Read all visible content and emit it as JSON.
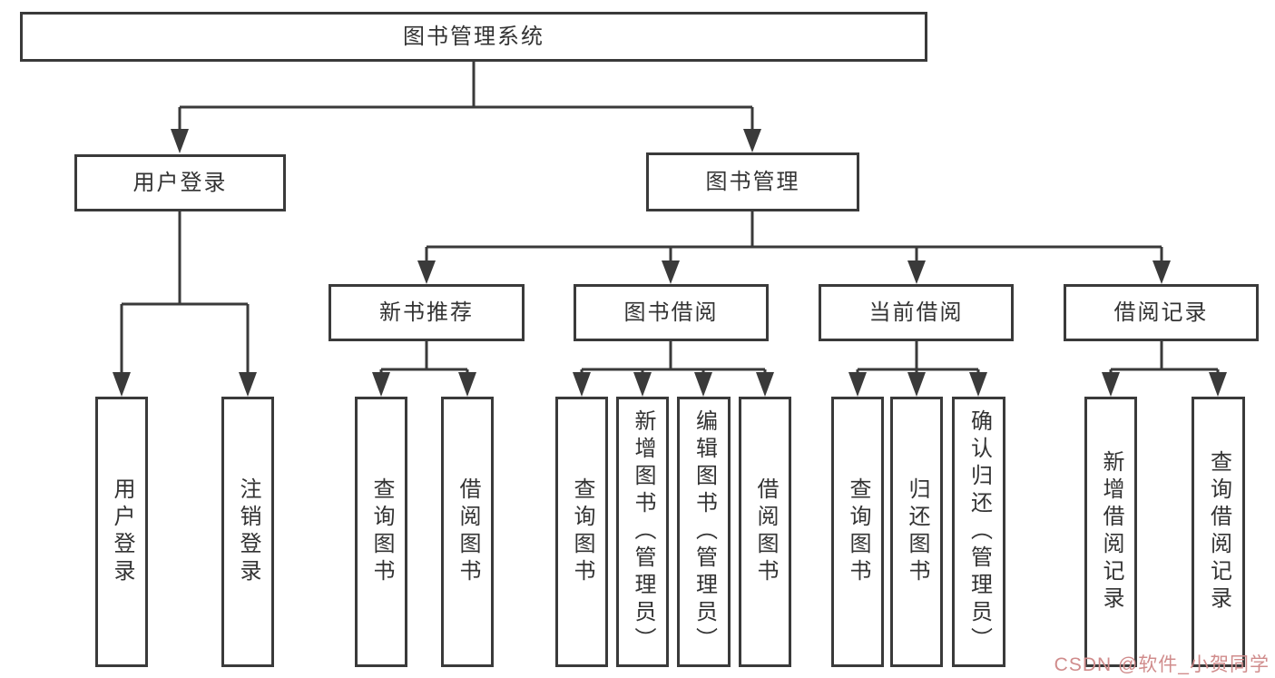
{
  "diagram": {
    "title": "图书管理系统",
    "level2": {
      "user_login": "用户登录",
      "book_mgmt": "图书管理"
    },
    "level3": {
      "new_books": "新书推荐",
      "book_borrow": "图书借阅",
      "current_borrow": "当前借阅",
      "borrow_records": "借阅记录"
    },
    "leaves": {
      "user_login": "用户登录",
      "logout": "注销登录",
      "nb_query_books": "查询图书",
      "nb_borrow_books": "借阅图书",
      "bw_query_books": "查询图书",
      "bw_add_books_admin": "新增图书（管理员）",
      "bw_edit_books_admin": "编辑图书（管理员）",
      "bw_borrow_books": "借阅图书",
      "cu_query_books": "查询图书",
      "cu_return_books": "归还图书",
      "cu_confirm_return_admin": "确认归还（管理员）",
      "rc_add_record": "新增借阅记录",
      "rc_query_record": "查询借阅记录"
    }
  },
  "watermark": {
    "text": "CSDN @软件_小贺同学",
    "color": "#d08c8c"
  },
  "colors": {
    "line": "#3a3a3a",
    "text": "#333333",
    "box_background": "#ffffff"
  }
}
